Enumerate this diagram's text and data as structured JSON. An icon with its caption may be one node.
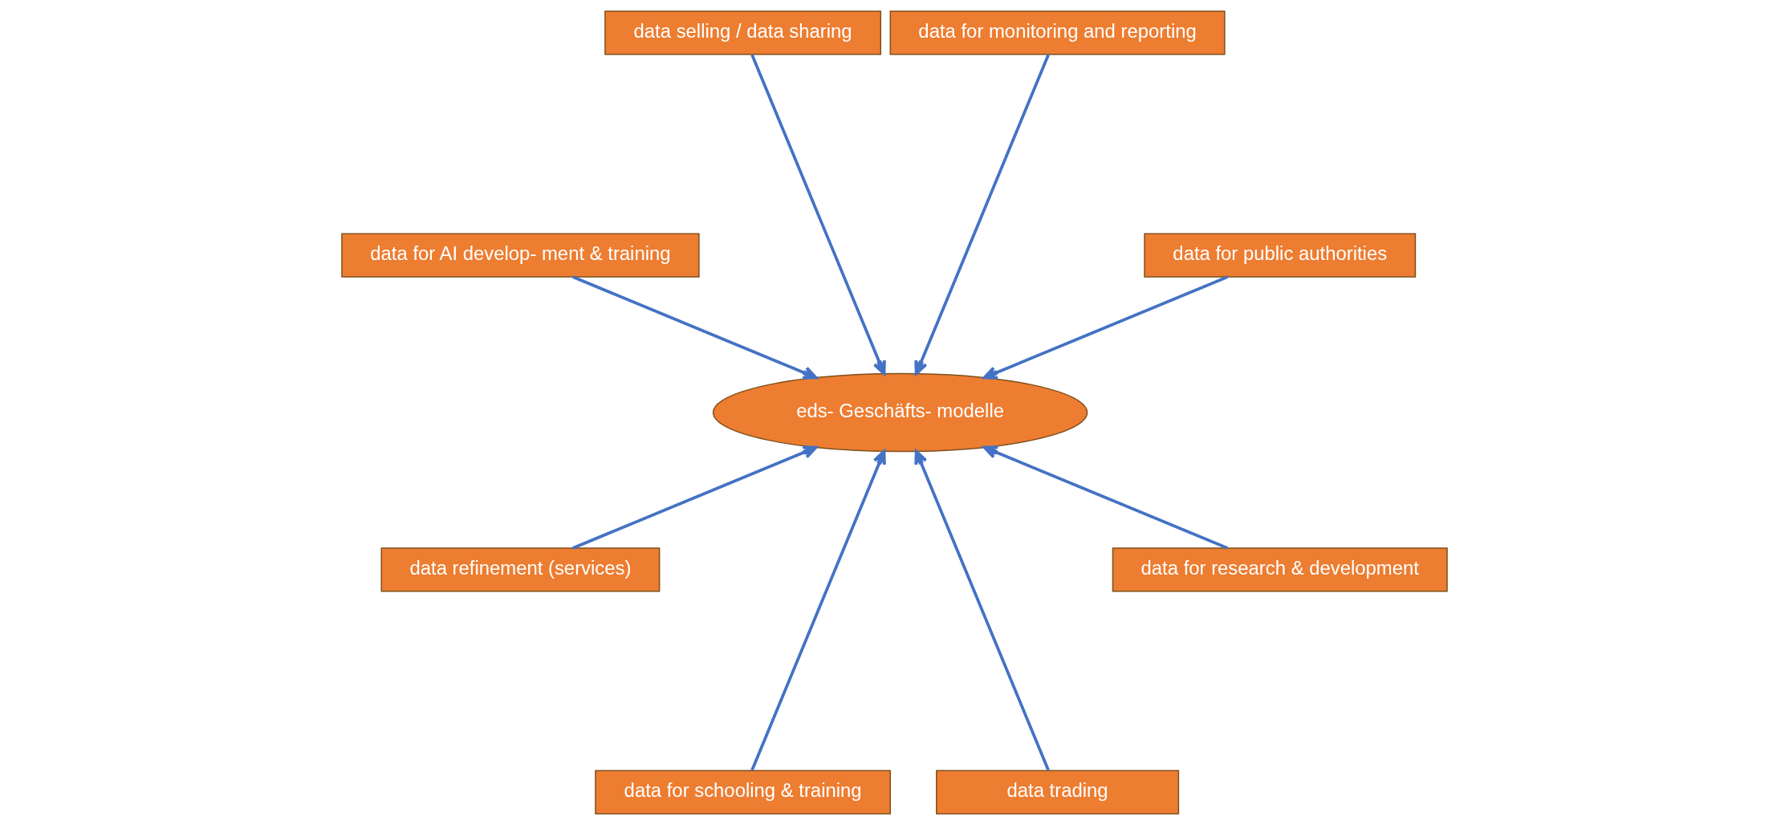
{
  "diagram": {
    "nodes": [
      {
        "text": [
          "data for public authorities"
        ]
      },
      {
        "text": [
          "data for monitoring and reporting"
        ]
      },
      {
        "text": [
          "data selling / data sharing"
        ]
      },
      {
        "text": [
          "data for AI develop- ment & training"
        ]
      },
      {
        "text": [
          "eds- Geschäfts- modelle"
        ]
      },
      {
        "text": [
          "data refinement (services)"
        ]
      },
      {
        "text": [
          "data for schooling & training"
        ]
      },
      {
        "text": [
          "data trading"
        ]
      },
      {
        "text": [
          "data for research & development"
        ]
      }
    ],
    "edges": [
      {
        "from": 0,
        "to": 4,
        "arrow": "to"
      },
      {
        "from": 1,
        "to": 4,
        "arrow": "to"
      },
      {
        "from": 2,
        "to": 4,
        "arrow": "to"
      },
      {
        "from": 3,
        "to": 4,
        "arrow": "to"
      },
      {
        "from": 5,
        "to": 4,
        "arrow": "to"
      },
      {
        "from": 6,
        "to": 4,
        "arrow": "to"
      },
      {
        "from": 7,
        "to": 4,
        "arrow": "to"
      },
      {
        "from": 8,
        "to": 4,
        "arrow": "to"
      }
    ]
  }
}
